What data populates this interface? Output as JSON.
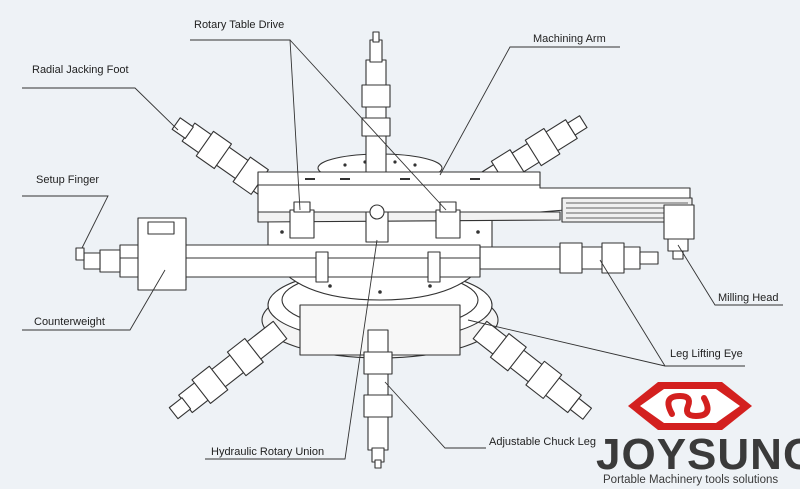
{
  "labels": {
    "rotary_table_drive": "Rotary Table Drive",
    "machining_arm": "Machining Arm",
    "radial_jacking_foot": "Radial Jacking Foot",
    "setup_finger": "Setup Finger",
    "counterweight": "Counterweight",
    "milling_head": "Milling Head",
    "leg_lifting_eye": "Leg Lifting Eye",
    "hydraulic_rotary_union": "Hydraulic Rotary Union",
    "adjustable_chuck_leg": "Adjustable Chuck Leg"
  },
  "brand": {
    "name": "JOYSUNG",
    "tagline": "Portable Machinery  tools solutions",
    "logo_color": "#d3201f",
    "text_color": "#3a3a3a"
  },
  "colors": {
    "background": "#eef2f6",
    "line": "#333333",
    "fill": "#ffffff"
  }
}
